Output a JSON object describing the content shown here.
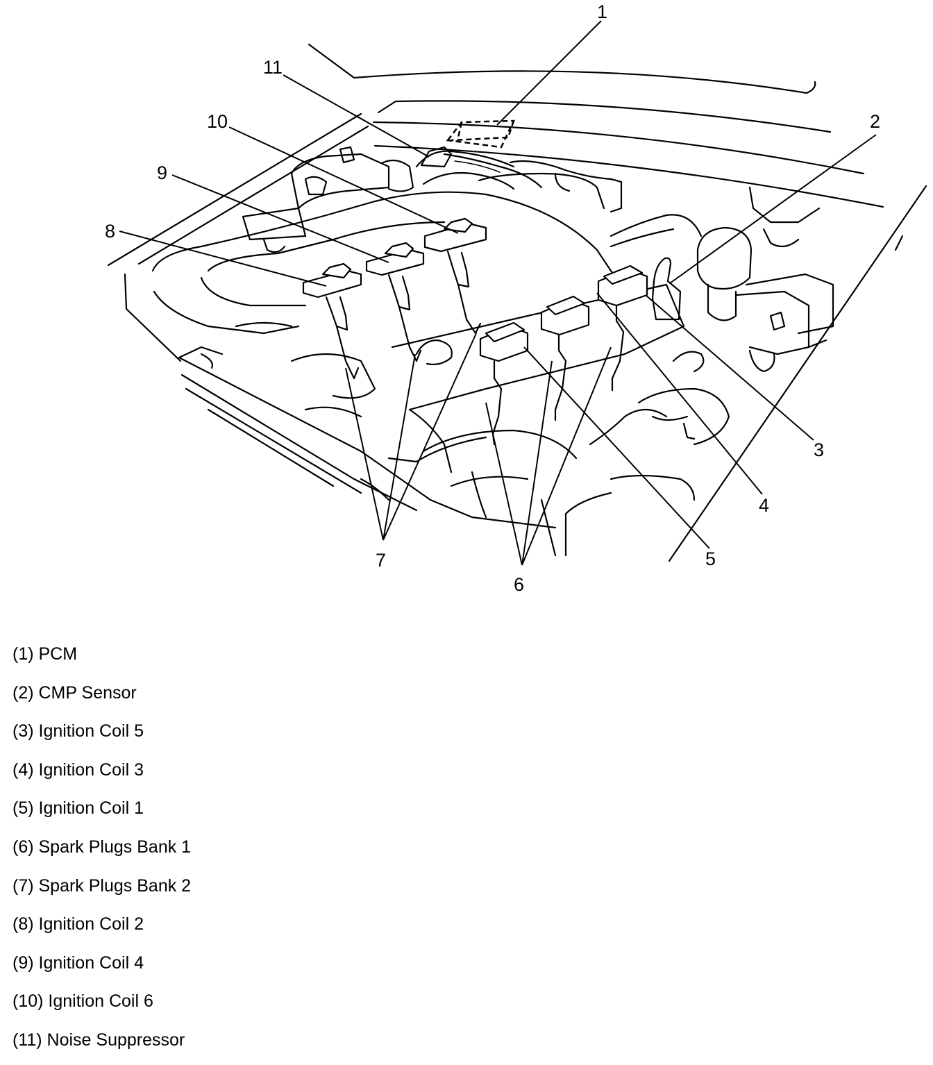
{
  "callouts": [
    "1",
    "2",
    "3",
    "4",
    "5",
    "6",
    "7",
    "8",
    "9",
    "10",
    "11"
  ],
  "legend": [
    "(1) PCM",
    "(2) CMP Sensor",
    "(3) Ignition Coil 5",
    "(4) Ignition Coil 3",
    "(5) Ignition Coil 1",
    "(6) Spark Plugs Bank 1",
    "(7) Spark Plugs Bank 2",
    "(8) Ignition Coil 2",
    "(9) Ignition Coil 4",
    "(10) Ignition Coil 6",
    "(11) Noise Suppressor"
  ],
  "colors": {
    "line": "#000000",
    "background": "#ffffff"
  }
}
